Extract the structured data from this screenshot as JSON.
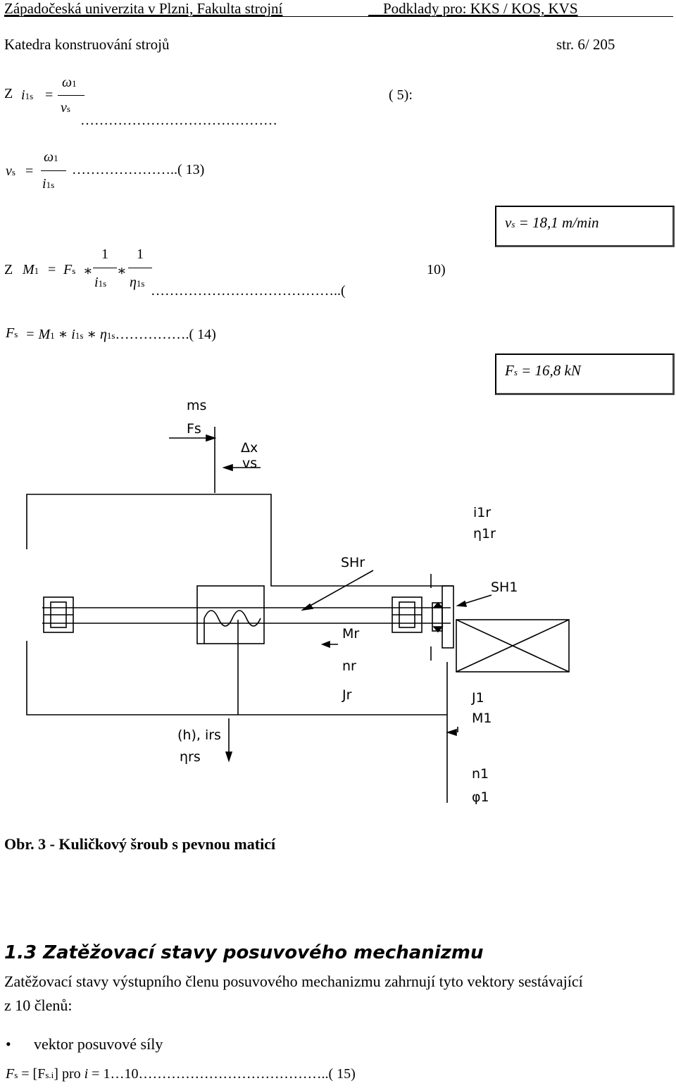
{
  "header": {
    "university": "Západočeská univerzita v Plzni, Fakulta strojní",
    "course": "Podklady pro: KKS / KOS, KVS",
    "department": "Katedra konstruování strojů",
    "page": "str. 6/ 205"
  },
  "equations": {
    "eq5": {
      "lead": "Z",
      "lhs": "i",
      "lhs_sub": "1s",
      "op": "=",
      "num": "ω",
      "num_sub": "1",
      "den": "v",
      "den_sub": "s",
      "ref": "( 5):",
      "dots": "……………………………………"
    },
    "eq13": {
      "lhs": "v",
      "lhs_sub": "s",
      "op": "=",
      "num": "ω",
      "num_sub": "1",
      "den": "i",
      "den_sub": "1s",
      "dots": "…………………..",
      "ref": "( 13)"
    },
    "eq10": {
      "lead": "Z",
      "lhs": "M",
      "lhs_sub": "1",
      "op": "=",
      "f": "F",
      "f_sub": "s",
      "star1": "∗",
      "one1": "1",
      "den1": "i",
      "den1_sub": "1s",
      "star2": "∗",
      "one2": "1",
      "den2": "η",
      "den2_sub": "1s",
      "ref": "10)",
      "dots": "…………………………………..("
    },
    "eq14": {
      "lhs": "F",
      "lhs_sub": "s",
      "rhs": "= M",
      "rhs_sub": "1",
      "star1": "∗ i",
      "i_sub": "1s",
      "star2": "∗ η",
      "eta_sub": "1s",
      "dots": "…………….",
      "ref": "( 14)"
    }
  },
  "results": {
    "vs": {
      "sym": "v",
      "sub": "s",
      "text": " = 18,1 m/min"
    },
    "fs": {
      "sym": "F",
      "sub": "s",
      "text": " = 16,8 kN"
    }
  },
  "diagram": {
    "labels": {
      "ms": "ms",
      "fs": "Fs",
      "dx": "Δx",
      "vs": "vs",
      "i1r": "i1r",
      "eta1r": "η1r",
      "shr": "SHr",
      "sh1": "SH1",
      "mr": "Mr",
      "nr": "nr",
      "jr": "Jr",
      "j1": "J1",
      "m1": "M1",
      "hirs": "(h), irs",
      "etars": "ηrs",
      "n1": "n1",
      "phi1": "φ1"
    }
  },
  "caption": "Obr. 3 - Kuličkový šroub s pevnou maticí",
  "section": {
    "heading": "1.3   Zatěžovací stavy posuvového mechanizmu",
    "para1": "Zatěžovací stavy výstupního členu posuvového mechanizmu zahrnují tyto vektory sestávající",
    "para2": "z 10 členů:",
    "bullet_mark": "•",
    "bullet_text": "vektor posuvové síly",
    "eq15": {
      "lhs": "F",
      "lhs_sub": "s",
      "op": "= [F",
      "inner_sub": "s.i",
      "close": "]",
      "text": " pro ",
      "i": "i",
      "range": " = 1…10",
      "dots": "…………………………………..",
      "ref": "( 15)"
    }
  }
}
